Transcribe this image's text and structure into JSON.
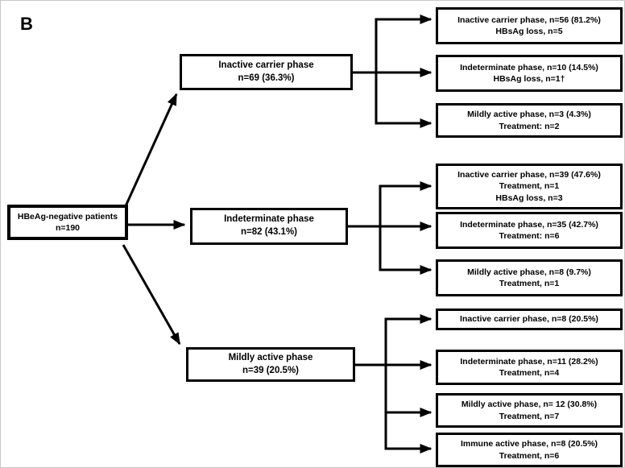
{
  "panel_label": "B",
  "diagram": {
    "type": "flowchart",
    "line_color": "#000000",
    "box_background": "#ffffff"
  },
  "root": {
    "lines": [
      "HBeAg-negative patients",
      "n=190"
    ]
  },
  "phases": [
    {
      "lines": [
        "Inactive carrier phase",
        "n=69 (36.3%)"
      ]
    },
    {
      "lines": [
        "Indeterminate phase",
        "n=82 (43.1%)"
      ]
    },
    {
      "lines": [
        "Mildly active phase",
        "n=39 (20.5%)"
      ]
    }
  ],
  "outcomes": [
    {
      "lines": [
        "Inactive carrier phase, n=56 (81.2%)",
        "HBsAg loss, n=5"
      ]
    },
    {
      "lines": [
        "Indeterminate phase, n=10 (14.5%)",
        "HBsAg loss, n=1†"
      ]
    },
    {
      "lines": [
        "Mildly active phase, n=3 (4.3%)",
        "Treatment: n=2"
      ]
    },
    {
      "lines": [
        "Inactive carrier phase, n=39 (47.6%)",
        "Treatment, n=1",
        "HBsAg loss, n=3"
      ]
    },
    {
      "lines": [
        "Indeterminate phase, n=35 (42.7%)",
        "Treatment: n=6"
      ]
    },
    {
      "lines": [
        "Mildly active phase, n=8 (9.7%)",
        "Treatment, n=1"
      ]
    },
    {
      "lines": [
        "Inactive carrier phase, n=8 (20.5%)"
      ]
    },
    {
      "lines": [
        "Indeterminate phase, n=11 (28.2%)",
        "Treatment, n=4"
      ]
    },
    {
      "lines": [
        "Mildly active phase, n= 12 (30.8%)",
        "Treatment, n=7"
      ]
    },
    {
      "lines": [
        "Immune active phase, n=8 (20.5%)",
        "Treatment, n=6"
      ]
    }
  ]
}
